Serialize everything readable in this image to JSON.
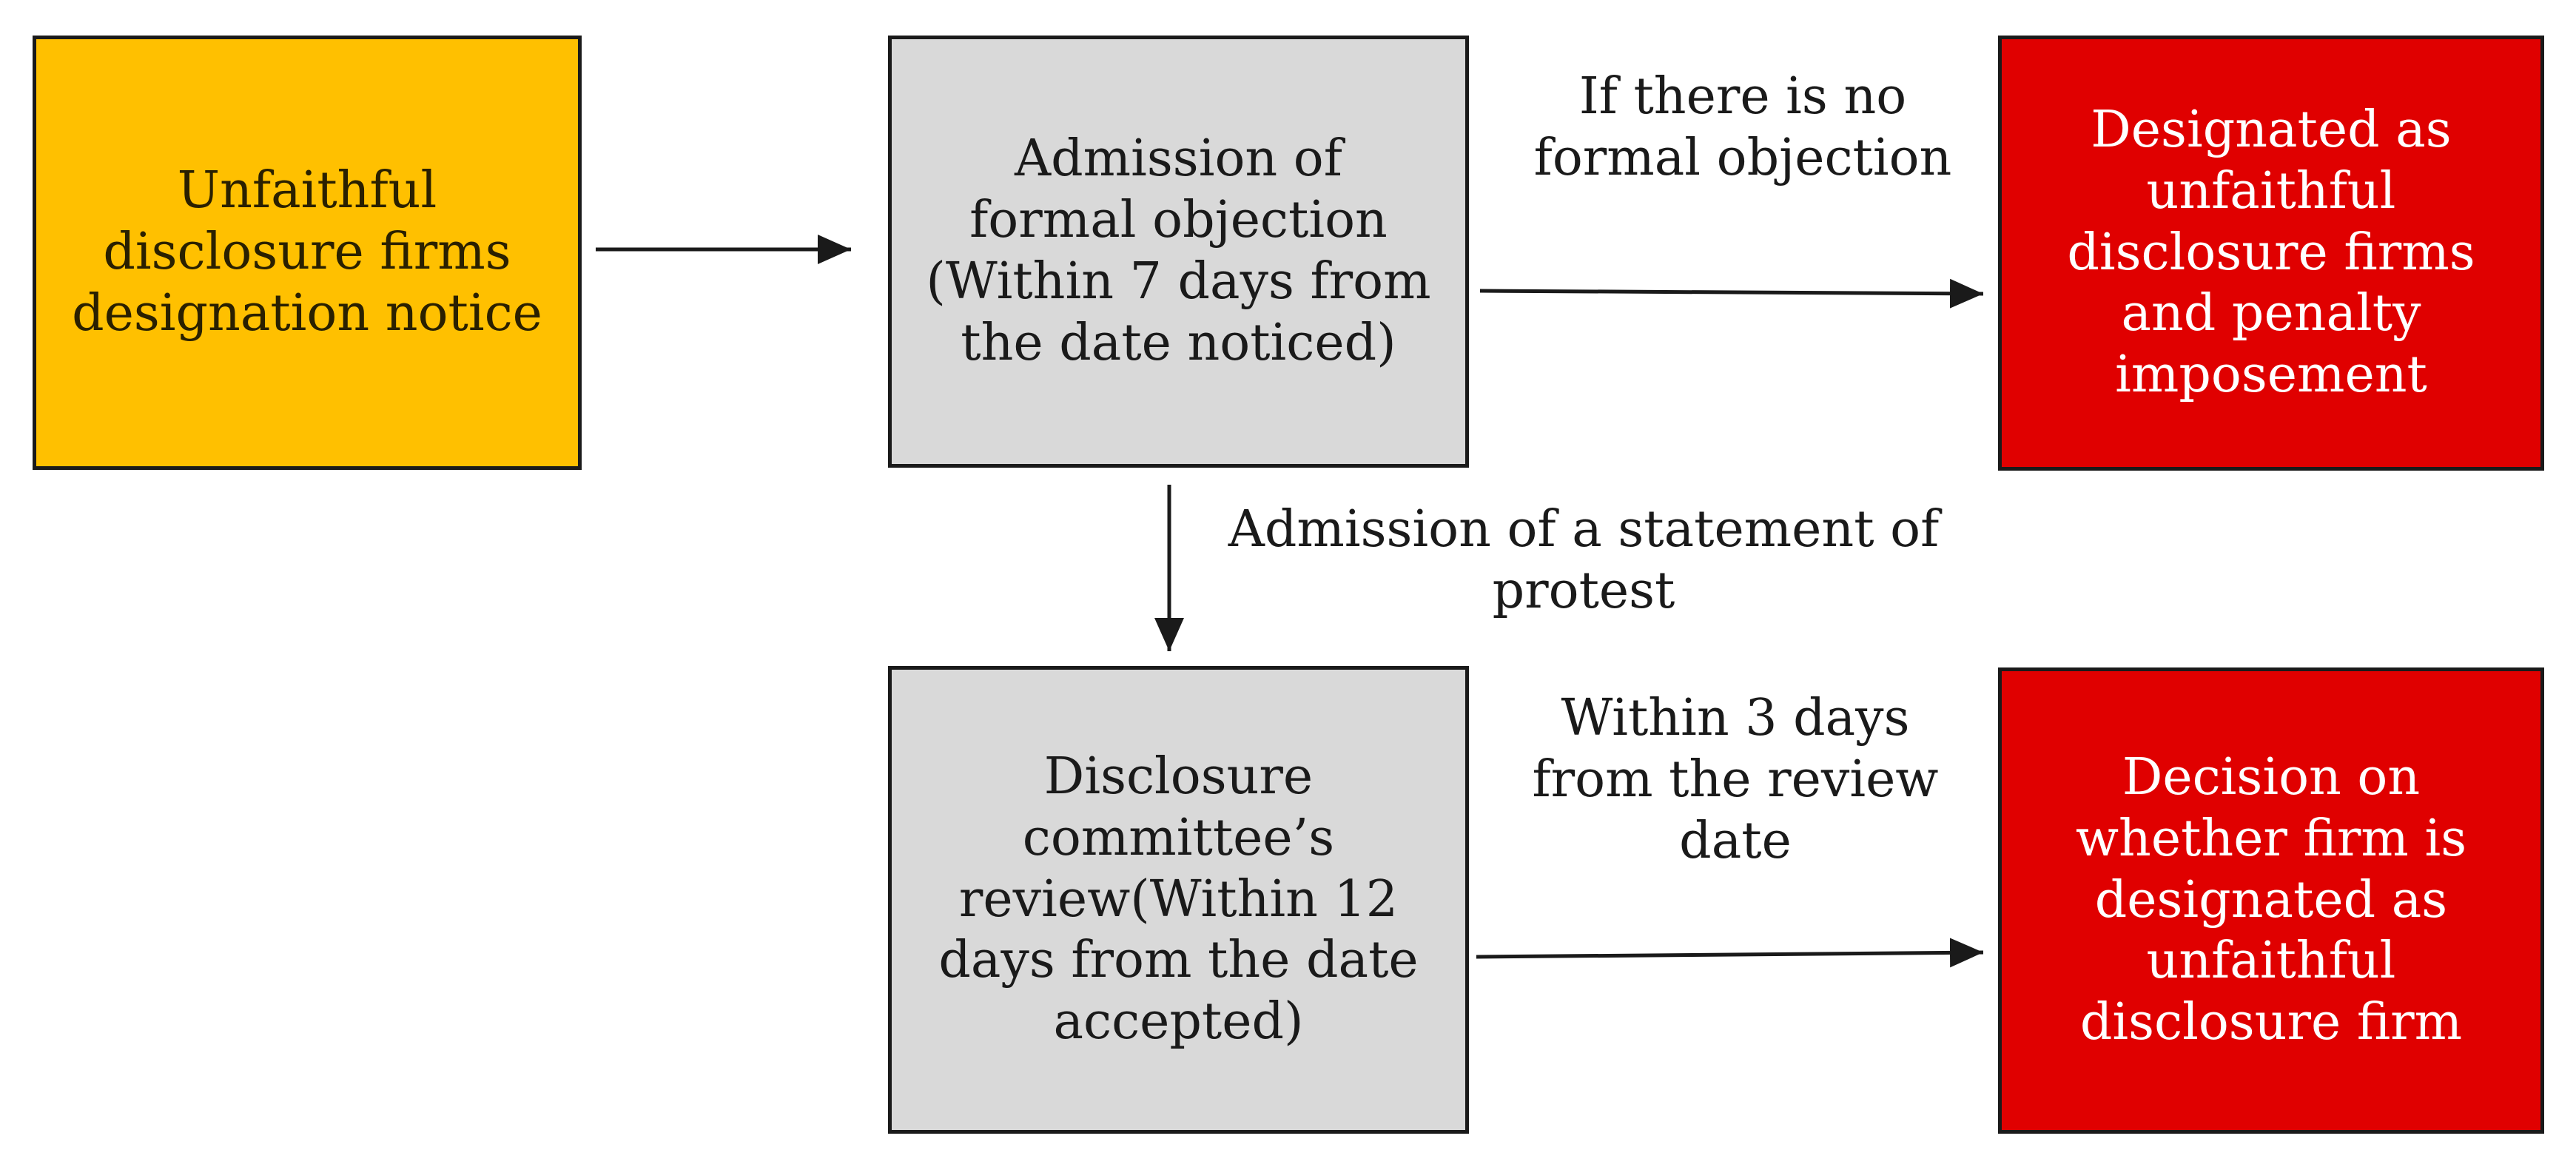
{
  "diagram": {
    "nodes": {
      "notice": {
        "text": "Unfaithful\ndisclosure firms\ndesignation notice",
        "fill": "#ffc000"
      },
      "objection": {
        "text": "Admission of\nformal objection\n(Within 7 days from\nthe date noticed)",
        "fill": "#d9d9d9"
      },
      "designated": {
        "text": "Designated as\nunfaithful\ndisclosure firms\nand penalty\nimposement",
        "fill": "#e00000"
      },
      "review": {
        "text": "Disclosure\ncommittee’s\nreview(Within 12\ndays from the date\naccepted)",
        "fill": "#d9d9d9"
      },
      "decision": {
        "text": "Decision on\nwhether firm is\ndesignated as\nunfaithful\ndisclosure firm",
        "fill": "#e00000"
      }
    },
    "edges": {
      "no_objection": {
        "from": "objection",
        "to": "designated",
        "label": "If there is no\nformal objection"
      },
      "protest": {
        "from": "objection",
        "to": "review",
        "label": "Admission of a statement of\nprotest"
      },
      "within3": {
        "from": "review",
        "to": "decision",
        "label": "Within 3 days\nfrom the review\ndate"
      },
      "notice_to_objection": {
        "from": "notice",
        "to": "objection",
        "label": ""
      }
    }
  }
}
